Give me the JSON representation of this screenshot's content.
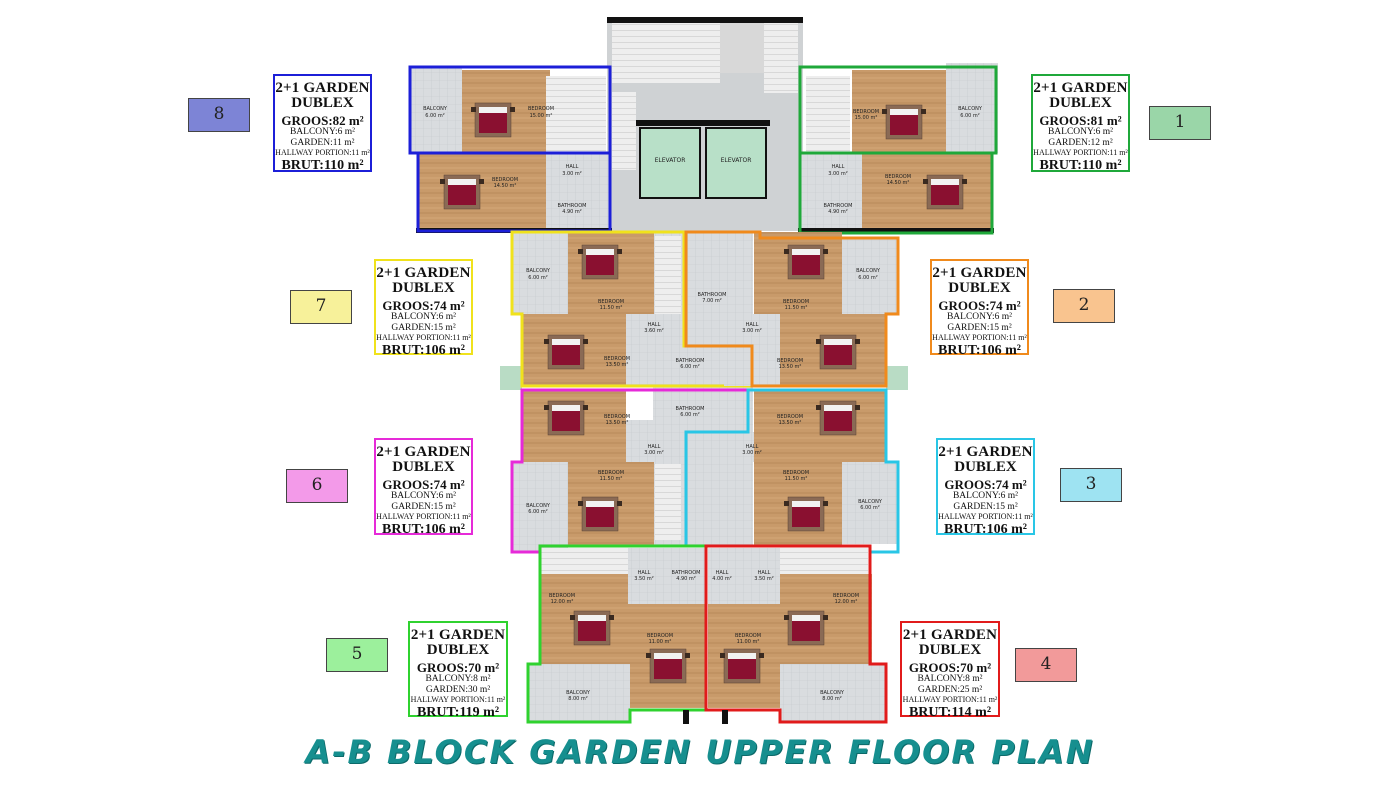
{
  "title": "A-B BLOCK GARDEN UPPER FLOOR PLAN",
  "colors": {
    "unit1": "#1fa83a",
    "unit2": "#f08a1c",
    "unit3": "#29c6e6",
    "unit4": "#e11b1b",
    "unit5": "#2fd22f",
    "unit6": "#e62ad8",
    "unit7": "#f0e21c",
    "unit8": "#1c1fd8",
    "title": "#168f8f"
  },
  "units": [
    {
      "id": "1",
      "number": "1",
      "line1": "2+1 GARDEN",
      "line2": "DUBLEX",
      "groos": "GROOS:81 m²",
      "balcony": "BALCONY:6 m²",
      "garden": "GARDEN:12 m²",
      "hallway": "HALLWAY PORTION:11 m²",
      "brut": "BRUT:110 m²"
    },
    {
      "id": "2",
      "number": "2",
      "line1": "2+1 GARDEN",
      "line2": "DUBLEX",
      "groos": "GROOS:74 m²",
      "balcony": "BALCONY:6 m²",
      "garden": "GARDEN:15 m²",
      "hallway": "HALLWAY PORTION:11 m²",
      "brut": "BRUT:106 m²"
    },
    {
      "id": "3",
      "number": "3",
      "line1": "2+1 GARDEN",
      "line2": "DUBLEX",
      "groos": "GROOS:74 m²",
      "balcony": "BALCONY:6 m²",
      "garden": "GARDEN:15 m²",
      "hallway": "HALLWAY PORTION:11 m²",
      "brut": "BRUT:106 m²"
    },
    {
      "id": "4",
      "number": "4",
      "line1": "2+1 GARDEN",
      "line2": "DUBLEX",
      "groos": "GROOS:70 m²",
      "balcony": "BALCONY:8 m²",
      "garden": "GARDEN:25 m²",
      "hallway": "HALLWAY PORTION:11 m²",
      "brut": "BRUT:114 m²"
    },
    {
      "id": "5",
      "number": "5",
      "line1": "2+1 GARDEN",
      "line2": "DUBLEX",
      "groos": "GROOS:70 m²",
      "balcony": "BALCONY:8 m²",
      "garden": "GARDEN:30 m²",
      "hallway": "HALLWAY PORTION:11 m²",
      "brut": "BRUT:119 m²"
    },
    {
      "id": "6",
      "number": "6",
      "line1": "2+1 GARDEN",
      "line2": "DUBLEX",
      "groos": "GROOS:74 m²",
      "balcony": "BALCONY:6 m²",
      "garden": "GARDEN:15 m²",
      "hallway": "HALLWAY PORTION:11 m²",
      "brut": "BRUT:106 m²"
    },
    {
      "id": "7",
      "number": "7",
      "line1": "2+1 GARDEN",
      "line2": "DUBLEX",
      "groos": "GROOS:74 m²",
      "balcony": "BALCONY:6 m²",
      "garden": "GARDEN:15 m²",
      "hallway": "HALLWAY PORTION:11 m²",
      "brut": "BRUT:106 m²"
    },
    {
      "id": "8",
      "number": "8",
      "line1": "2+1 GARDEN",
      "line2": "DUBLEX",
      "groos": "GROOS:82 m²",
      "balcony": "BALCONY:6 m²",
      "garden": "GARDEN:11 m²",
      "hallway": "HALLWAY PORTION:11 m²",
      "brut": "BRUT:110 m²"
    }
  ],
  "rooms": {
    "elevator": "ELEVATOR",
    "balcony": "BALCONY",
    "bedroom": "BEDROOM",
    "hall": "HALL",
    "bathroom": "BATHROOM",
    "a_6": "6.00 m²",
    "a_8": "8.00 m²",
    "a_15": "15.00 m²",
    "a_14_5": "14.50 m²",
    "a_11_5": "11.50 m²",
    "a_13_5": "13.50 m²",
    "a_12": "12.00 m²",
    "a_11": "11.00 m²",
    "a_3": "3.00 m²",
    "a_3_5": "3.50 m²",
    "a_3_6": "3.60 m²",
    "a_4": "4.00 m²",
    "a_4_9": "4.90 m²",
    "a_7": "7.00 m²",
    "a_6b": "6.00 m²"
  }
}
